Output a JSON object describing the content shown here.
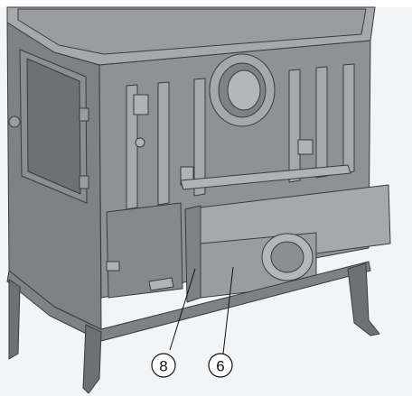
{
  "figure": {
    "subject": "cast-iron-stove-rear-view",
    "callouts": [
      {
        "id": "callout-8",
        "label": "8"
      },
      {
        "id": "callout-6",
        "label": "6"
      }
    ],
    "colors": {
      "background": "#ffffff",
      "panel": "#f3f4f5",
      "body": "#8f9194",
      "body_dark": "#6e7073",
      "body_light": "#a6a8ab",
      "outline": "#3a3b3d",
      "callout_line": "#111111"
    }
  }
}
